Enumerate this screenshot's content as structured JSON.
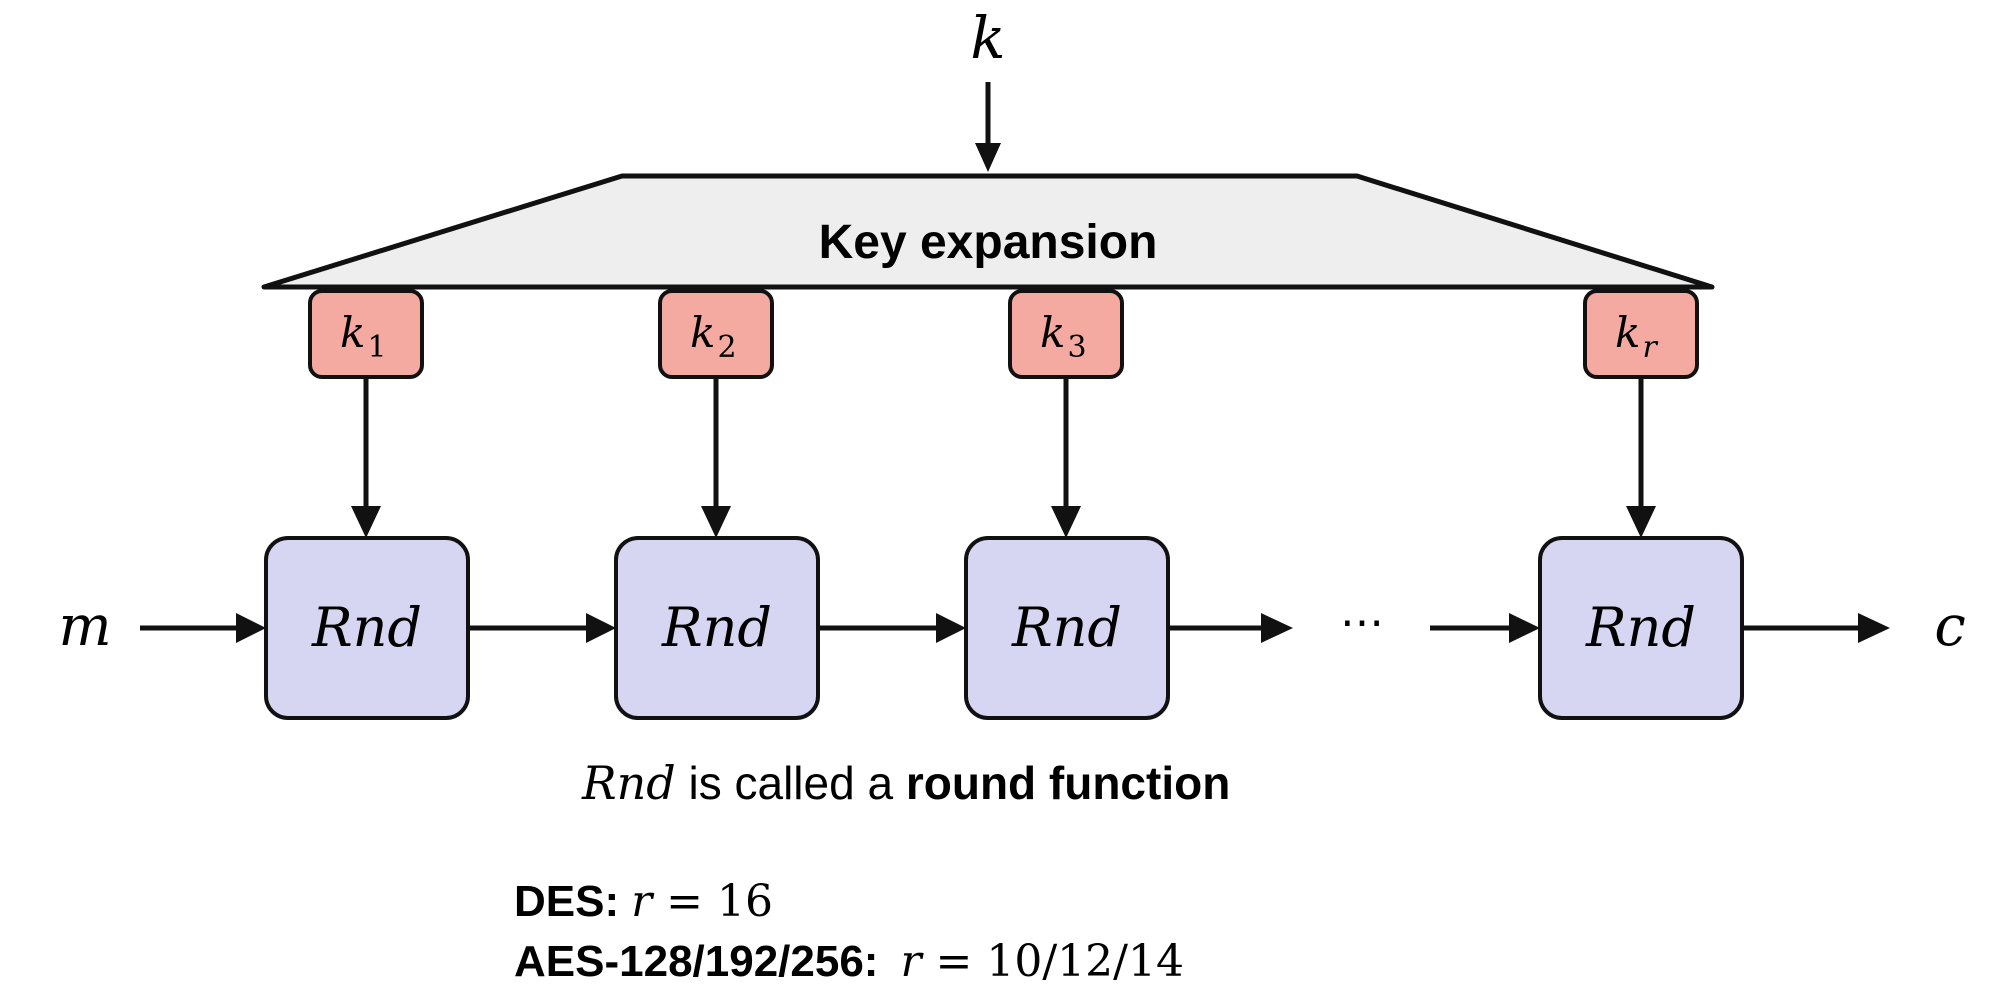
{
  "diagram": {
    "key_input": "k",
    "key_expansion_label": "Key expansion",
    "round_keys": [
      {
        "base": "k",
        "sub": "1"
      },
      {
        "base": "k",
        "sub": "2"
      },
      {
        "base": "k",
        "sub": "3"
      },
      {
        "base": "k",
        "sub": "r"
      }
    ],
    "round_label": "Rnd",
    "message_input": "m",
    "ciphertext_output": "c",
    "ellipsis": "⋯"
  },
  "caption": {
    "math": "Rnd",
    "text": " is called a ",
    "bold": "round function"
  },
  "notes": [
    {
      "label": "DES:",
      "math_var": "r",
      "eq": " = ",
      "value": "16"
    },
    {
      "label": "AES-128/192/256:",
      "math_var": "r",
      "eq": " = ",
      "value": "10/12/14"
    }
  ],
  "colors": {
    "round_key_fill": "#f4aaa0",
    "round_box_fill": "#d6d6f2",
    "key_expansion_fill": "#eeeeee",
    "stroke": "#111111"
  }
}
